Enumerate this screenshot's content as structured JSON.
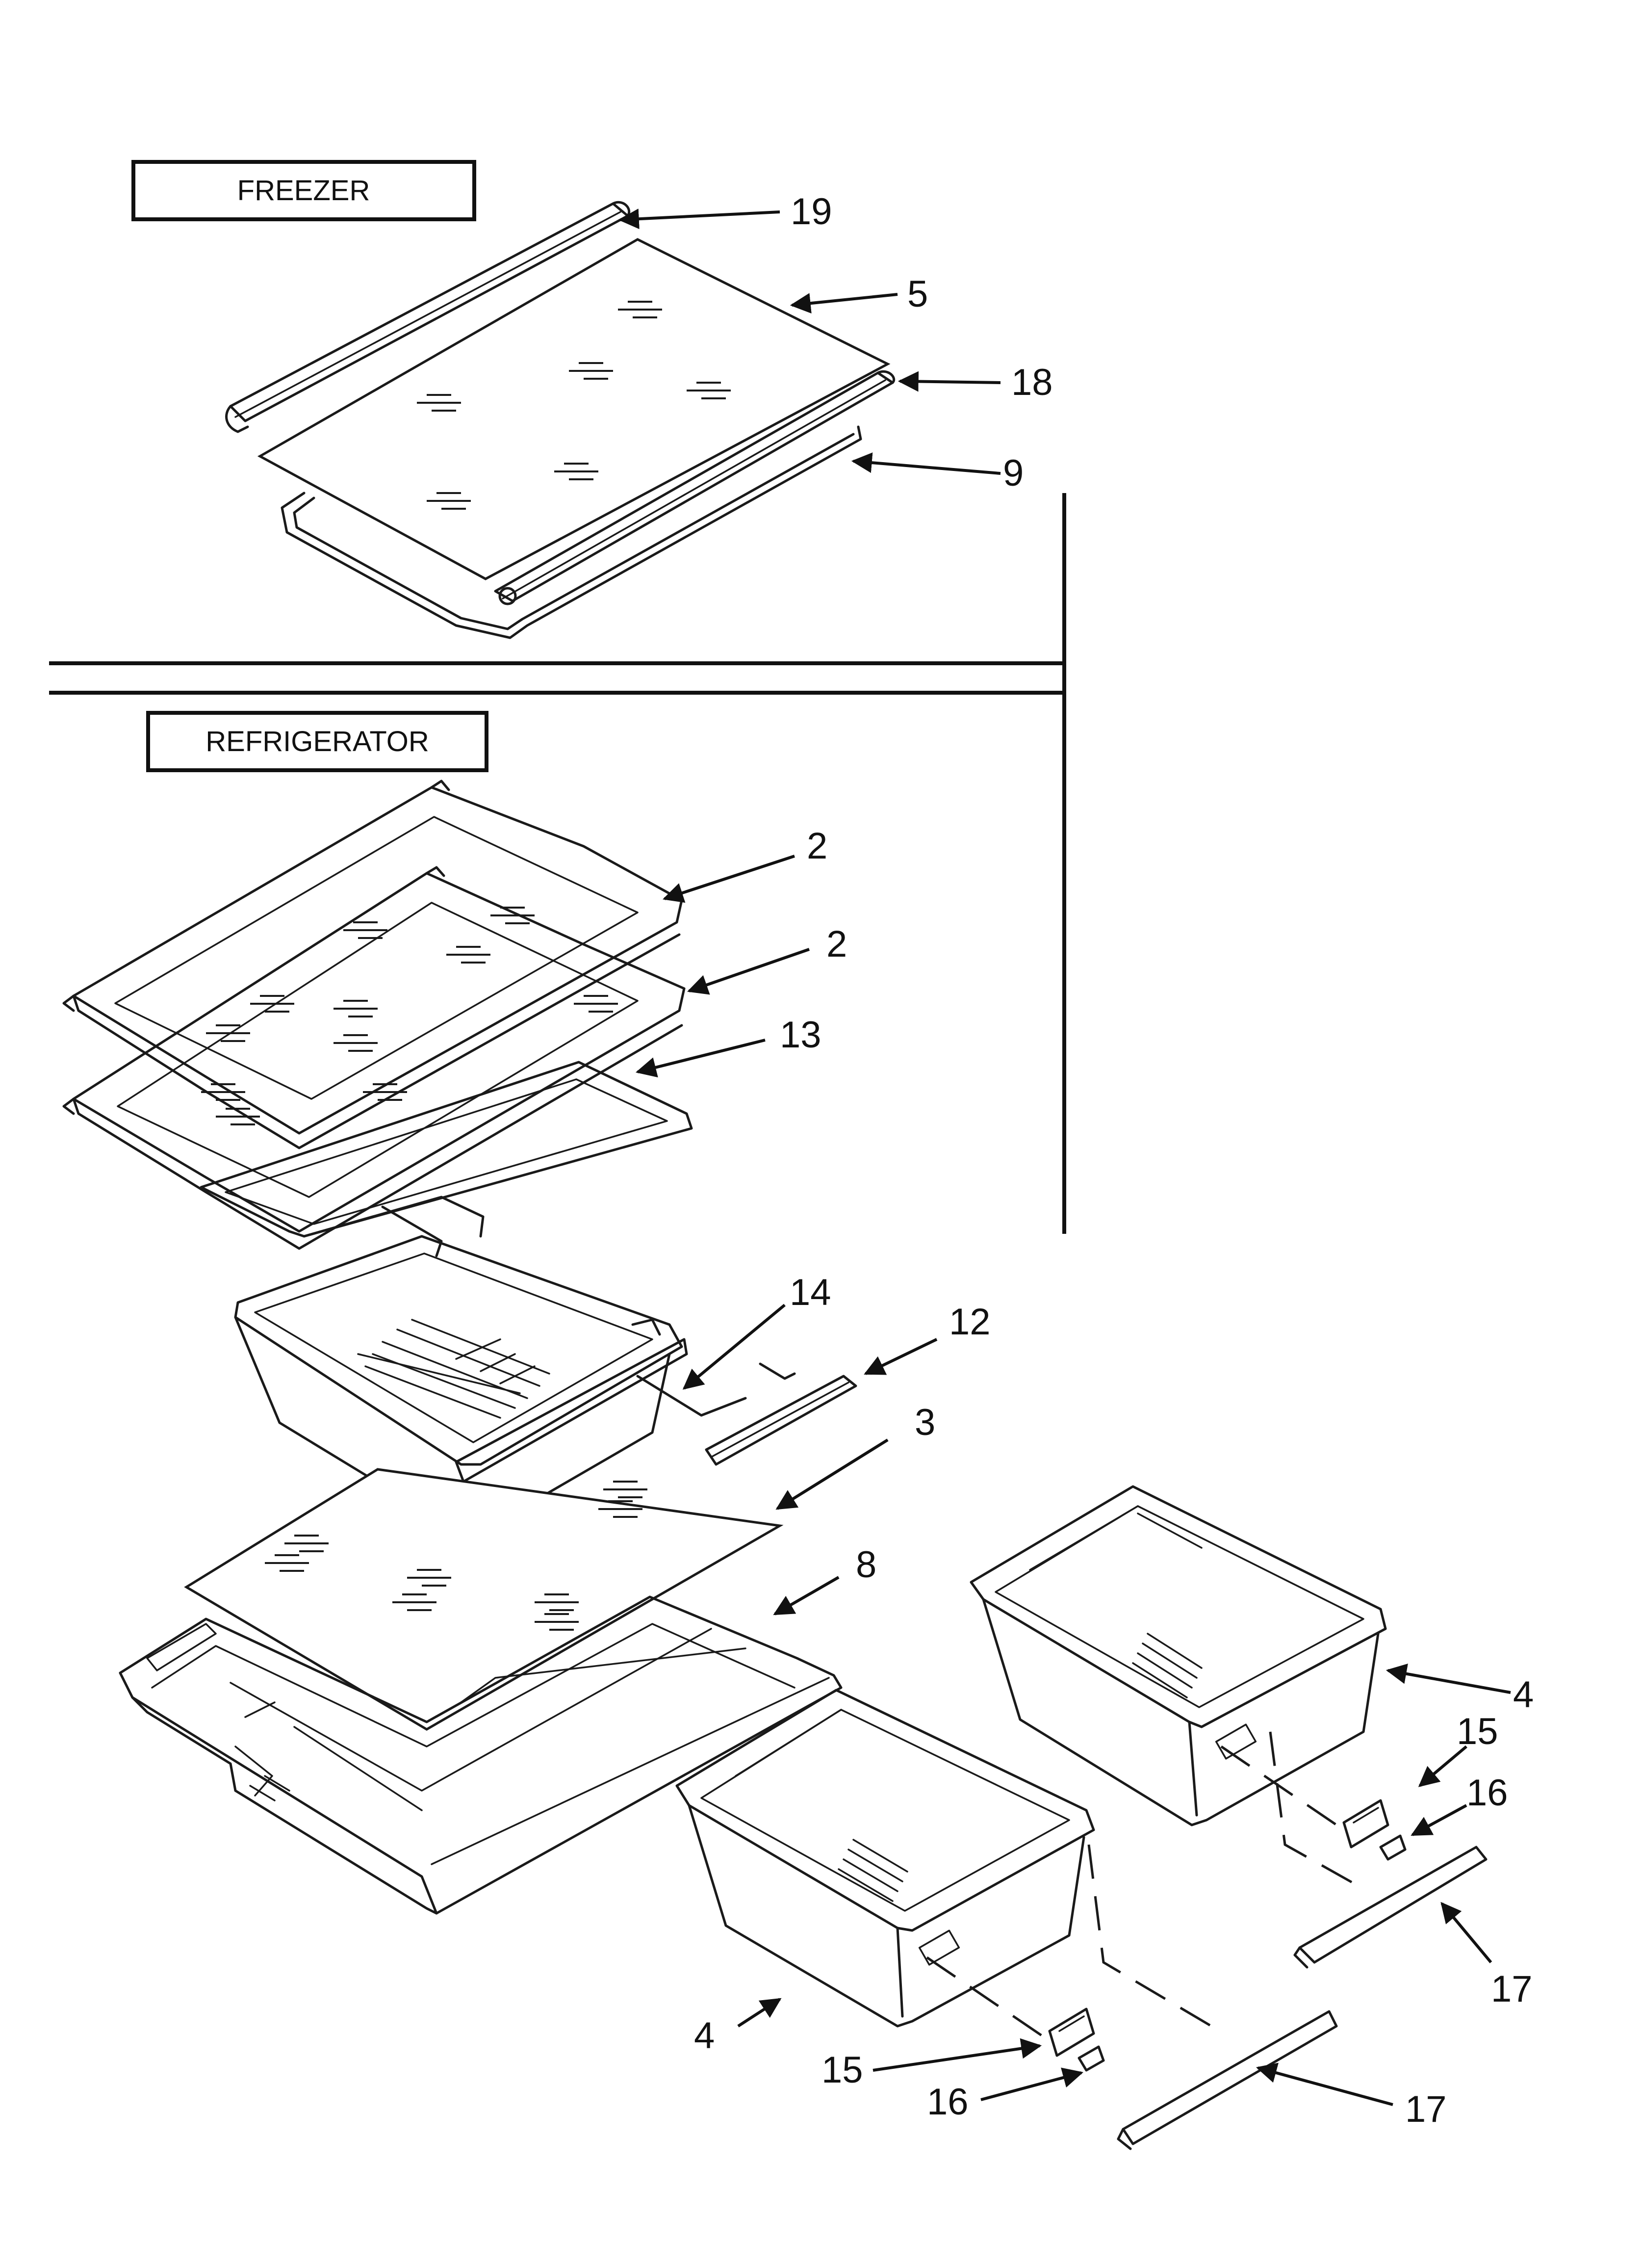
{
  "sections": {
    "freezer": "FREEZER",
    "refrigerator": "REFRIGERATOR"
  },
  "callouts": {
    "c19": "19",
    "c5": "5",
    "c18": "18",
    "c9": "9",
    "c2a": "2",
    "c2b": "2",
    "c13": "13",
    "c14": "14",
    "c12": "12",
    "c3": "3",
    "c8": "8",
    "c4a": "4",
    "c15a": "15",
    "c16a": "16",
    "c17a": "17",
    "c4b": "4",
    "c15b": "15",
    "c16b": "16",
    "c17b": "17"
  }
}
